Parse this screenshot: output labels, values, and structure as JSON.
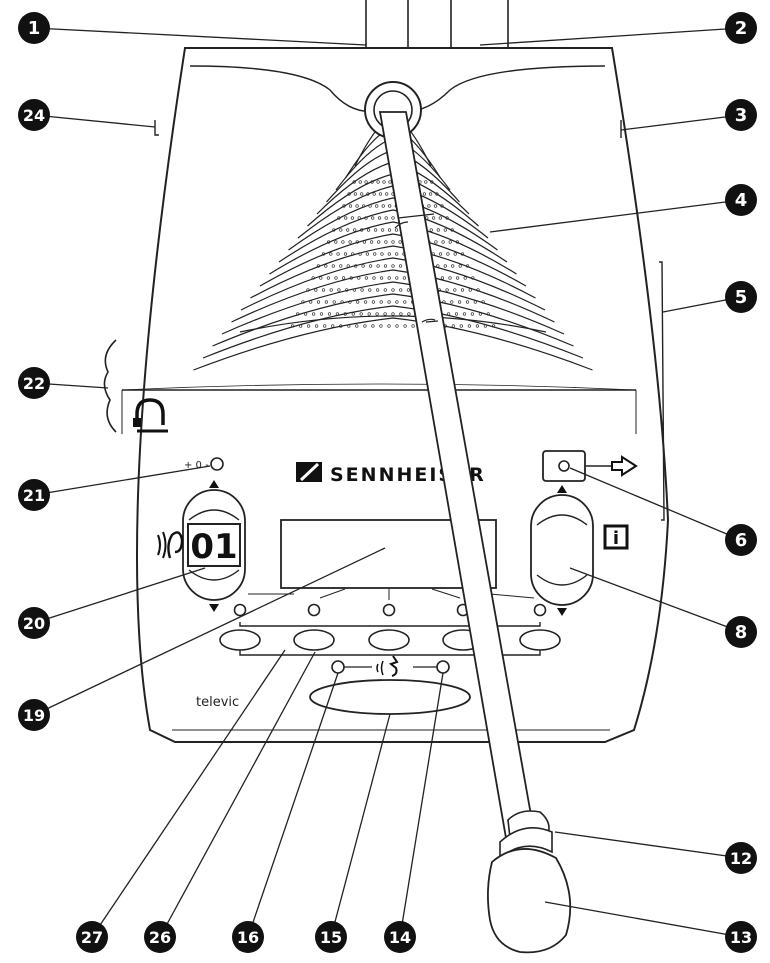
{
  "brand": {
    "logo_text": "SENNHEISER",
    "maker": "televic"
  },
  "display": {
    "channel_digits": "01"
  },
  "labels": {
    "headphone_level_marks": "+ 0 -",
    "info_symbol": "i"
  },
  "callouts": [
    {
      "id": "c1",
      "number": "1"
    },
    {
      "id": "c2",
      "number": "2"
    },
    {
      "id": "c3",
      "number": "3"
    },
    {
      "id": "c4",
      "number": "4"
    },
    {
      "id": "c5",
      "number": "5"
    },
    {
      "id": "c6",
      "number": "6"
    },
    {
      "id": "c8",
      "number": "8"
    },
    {
      "id": "c12",
      "number": "12"
    },
    {
      "id": "c13",
      "number": "13"
    },
    {
      "id": "c14",
      "number": "14"
    },
    {
      "id": "c15",
      "number": "15"
    },
    {
      "id": "c16",
      "number": "16"
    },
    {
      "id": "c19",
      "number": "19"
    },
    {
      "id": "c20",
      "number": "20"
    },
    {
      "id": "c21",
      "number": "21"
    },
    {
      "id": "c22",
      "number": "22"
    },
    {
      "id": "c24",
      "number": "24"
    },
    {
      "id": "c26",
      "number": "26"
    },
    {
      "id": "c27",
      "number": "27"
    }
  ]
}
